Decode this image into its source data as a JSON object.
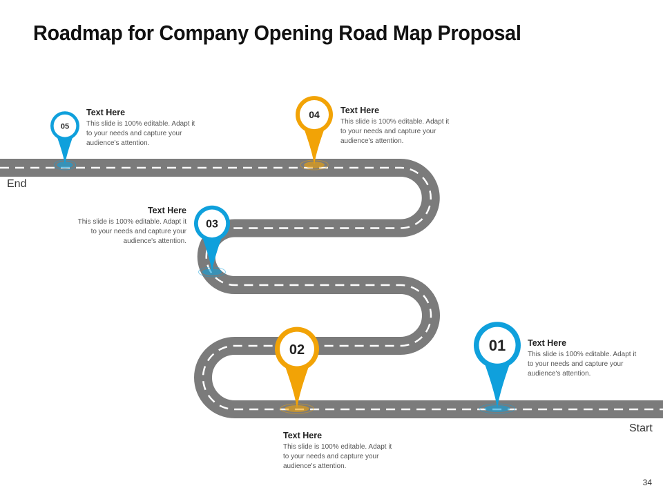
{
  "title": "Roadmap for Company Opening Road Map Proposal",
  "road": {
    "start_label": "Start",
    "end_label": "End"
  },
  "colors": {
    "road": "#7b7b7b",
    "dash": "#ffffff",
    "blue": "#0fa0dc",
    "orange": "#f2a306"
  },
  "milestones": [
    {
      "number": "01",
      "color": "blue",
      "heading": "Text Here",
      "body": "This slide is 100% editable. Adapt it to your needs and capture your audience's attention."
    },
    {
      "number": "02",
      "color": "orange",
      "heading": "Text Here",
      "body": "This slide is 100% editable. Adapt it to your needs and capture your audience's attention."
    },
    {
      "number": "03",
      "color": "blue",
      "heading": "Text Here",
      "body": "This slide is 100% editable. Adapt it to your needs and capture your audience's attention."
    },
    {
      "number": "04",
      "color": "orange",
      "heading": "Text Here",
      "body": "This slide is 100% editable. Adapt it to your needs and capture your audience's attention."
    },
    {
      "number": "05",
      "color": "blue",
      "heading": "Text Here",
      "body": "This slide is 100% editable. Adapt it to your needs and capture your audience's attention."
    }
  ],
  "page_number": "34"
}
